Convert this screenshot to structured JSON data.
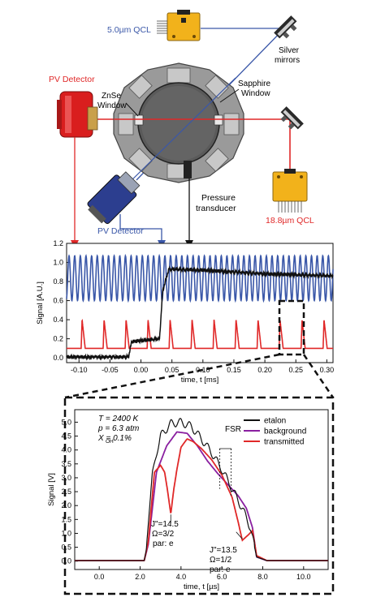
{
  "labels": {
    "qcl_5": "5.0µm QCL",
    "silver_mirrors_1": "Silver",
    "silver_mirrors_2": "mirrors",
    "pv_detector_top": "PV Detector",
    "znse_1": "ZnSe",
    "znse_2": "Window",
    "sapphire_1": "Sapphire",
    "sapphire_2": "Window",
    "pressure_1": "Pressure",
    "pressure_2": "transducer",
    "pv_detector_bottom": "PV Detector",
    "qcl_18": "18.8µm QCL"
  },
  "colors": {
    "blue": "#3a57a8",
    "red": "#e02828",
    "black": "#111111",
    "purple": "#8a1fa0",
    "qcl_gold": "#f2b21b",
    "pv_red": "#d91e1e",
    "pv_blue": "#2c3e8f",
    "chamber_gray": "#9a9a9a"
  },
  "chart_data": [
    {
      "type": "line",
      "xlabel": "time, t [ms]",
      "ylabel": "Signal [A.U.]",
      "xlim": [
        -0.12,
        0.31
      ],
      "ylim": [
        -0.05,
        1.2
      ],
      "xticks": [
        -0.1,
        -0.05,
        0.0,
        0.05,
        0.1,
        0.15,
        0.2,
        0.25,
        0.3
      ],
      "yticks": [
        0.0,
        0.2,
        0.4,
        0.6,
        0.8,
        1.0,
        1.2
      ],
      "series": [
        {
          "role": "etalon",
          "color": "#3a57a8",
          "min": 0.6,
          "max": 1.07,
          "period_ms": 0.0091
        },
        {
          "role": "transmitted",
          "color": "#e02828",
          "baseline": 0.1,
          "peak": 0.4,
          "period_ms": 0.0355,
          "first_peak_ms": -0.061
        },
        {
          "role": "pressure",
          "color": "#111111",
          "x": [
            -0.12,
            -0.02,
            -0.015,
            0.03,
            0.035,
            0.045,
            0.1,
            0.2,
            0.31
          ],
          "y": [
            0.01,
            0.01,
            0.17,
            0.2,
            0.7,
            0.93,
            0.92,
            0.88,
            0.86
          ]
        }
      ]
    },
    {
      "type": "line",
      "xlabel": "time, t [µs]",
      "ylabel": "Signal [V]",
      "xlim": [
        -1.2,
        11.2
      ],
      "ylim": [
        -0.3,
        5.45
      ],
      "xticks": [
        0.0,
        2.0,
        4.0,
        6.0,
        8.0,
        10.0
      ],
      "yticks": [
        0.0,
        0.5,
        1.0,
        1.5,
        2.0,
        2.5,
        3.0,
        3.5,
        4.0,
        4.5,
        5.0
      ],
      "legend": "top-right",
      "conditions": [
        "T = 2400 K",
        "p = 6.3 atm",
        "X = 0.1%"
      ],
      "cond_sub": "OH",
      "series": [
        {
          "name": "etalon",
          "color": "#111111",
          "x": [
            -1.2,
            2.2,
            2.3,
            2.6,
            3.0,
            3.5,
            4.0,
            4.5,
            5.0,
            5.5,
            6.0,
            6.5,
            7.0,
            7.4,
            7.7,
            8.2,
            11.2
          ],
          "y": [
            0.02,
            0.02,
            0.4,
            3.2,
            4.5,
            4.95,
            5.0,
            4.85,
            4.4,
            3.9,
            3.3,
            2.6,
            1.9,
            1.2,
            0.15,
            0.02,
            0.02
          ]
        },
        {
          "name": "background",
          "color": "#8a1fa0",
          "x": [
            -1.2,
            2.2,
            2.4,
            2.8,
            3.3,
            3.8,
            4.3,
            4.8,
            5.3,
            5.8,
            6.3,
            6.8,
            7.2,
            7.5,
            7.7,
            8.2,
            11.2
          ],
          "y": [
            0.02,
            0.02,
            0.6,
            3.2,
            4.15,
            4.65,
            4.6,
            4.15,
            3.6,
            3.15,
            2.75,
            2.35,
            1.9,
            1.2,
            0.15,
            0.02,
            0.02
          ]
        },
        {
          "name": "transmitted",
          "color": "#e02828",
          "x": [
            -1.2,
            2.2,
            2.4,
            2.7,
            3.0,
            3.2,
            3.35,
            3.5,
            3.65,
            3.8,
            4.0,
            4.3,
            4.6,
            5.0,
            5.5,
            6.0,
            6.5,
            6.8,
            7.0,
            7.3,
            7.5,
            7.7,
            8.2,
            11.2
          ],
          "y": [
            0.02,
            0.02,
            0.7,
            3.2,
            3.45,
            3.2,
            2.5,
            1.7,
            2.6,
            3.3,
            4.1,
            4.4,
            4.3,
            4.05,
            3.65,
            3.1,
            2.3,
            1.4,
            0.75,
            0.95,
            1.1,
            0.2,
            0.02,
            0.02
          ]
        }
      ],
      "annotations": [
        {
          "j": "J\"=14.5",
          "omega": "Ω=3/2",
          "par": "par: e"
        },
        {
          "j": "J\"=13.5",
          "omega": "Ω=1/2",
          "par": "par: e"
        },
        {
          "text": "FSR"
        }
      ]
    }
  ]
}
